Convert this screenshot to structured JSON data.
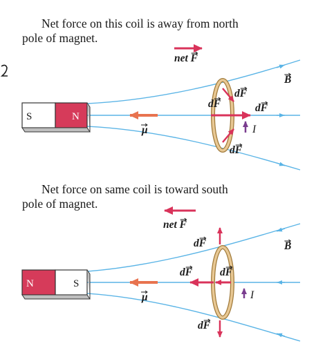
{
  "captions": {
    "top": {
      "line1": "Net force on this coil is away from north",
      "line2": "pole of magnet."
    },
    "bottom": {
      "line1": "Net force on same coil is toward south",
      "line2": "pole of magnet."
    }
  },
  "labels": {
    "net_force": "net F",
    "dF": "dF",
    "B": "B",
    "mu": "μ",
    "I": "I"
  },
  "magnet_top": {
    "left_pole": "S",
    "right_pole": "N"
  },
  "magnet_bottom": {
    "left_pole": "N",
    "right_pole": "S"
  },
  "colors": {
    "field_line": "#5ab4e6",
    "force": "#d9335a",
    "mu_arrow": "#e8734f",
    "current": "#7a3d8f",
    "coil": "#d9b27a",
    "north_fill": "#d63b5a",
    "south_fill": "#ffffff"
  }
}
